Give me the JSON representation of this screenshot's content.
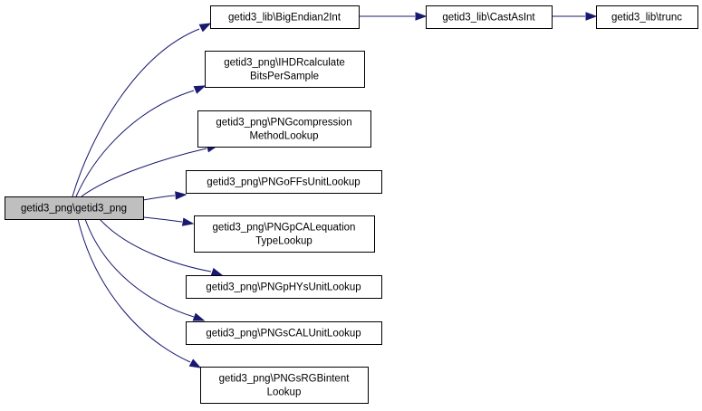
{
  "diagram": {
    "type": "call-graph",
    "colors": {
      "root_fill": "#bfbfbf",
      "node_fill": "#ffffff",
      "border": "#000000",
      "edge": "#191970"
    },
    "nodes": {
      "root": {
        "lines": [
          "getid3_png\\getid3_png"
        ],
        "root": true
      },
      "big_endian": {
        "lines": [
          "getid3_lib\\BigEndian2Int"
        ]
      },
      "cast_as_int": {
        "lines": [
          "getid3_lib\\CastAsInt"
        ]
      },
      "trunc": {
        "lines": [
          "getid3_lib\\trunc"
        ]
      },
      "ihdr": {
        "lines": [
          "getid3_png\\IHDRcalculate",
          "BitsPerSample"
        ]
      },
      "compression": {
        "lines": [
          "getid3_png\\PNGcompression",
          "MethodLookup"
        ]
      },
      "offs": {
        "lines": [
          "getid3_png\\PNGoFFsUnitLookup"
        ]
      },
      "pcal": {
        "lines": [
          "getid3_png\\PNGpCALequation",
          "TypeLookup"
        ]
      },
      "phys": {
        "lines": [
          "getid3_png\\PNGpHYsUnitLookup"
        ]
      },
      "scal": {
        "lines": [
          "getid3_png\\PNGsCALUnitLookup"
        ]
      },
      "srgb": {
        "lines": [
          "getid3_png\\PNGsRGBintent",
          "Lookup"
        ]
      }
    },
    "edges": [
      {
        "from": "root",
        "to": "big_endian"
      },
      {
        "from": "root",
        "to": "ihdr"
      },
      {
        "from": "root",
        "to": "compression"
      },
      {
        "from": "root",
        "to": "offs"
      },
      {
        "from": "root",
        "to": "pcal"
      },
      {
        "from": "root",
        "to": "phys"
      },
      {
        "from": "root",
        "to": "scal"
      },
      {
        "from": "root",
        "to": "srgb"
      },
      {
        "from": "big_endian",
        "to": "cast_as_int"
      },
      {
        "from": "cast_as_int",
        "to": "trunc"
      }
    ]
  }
}
